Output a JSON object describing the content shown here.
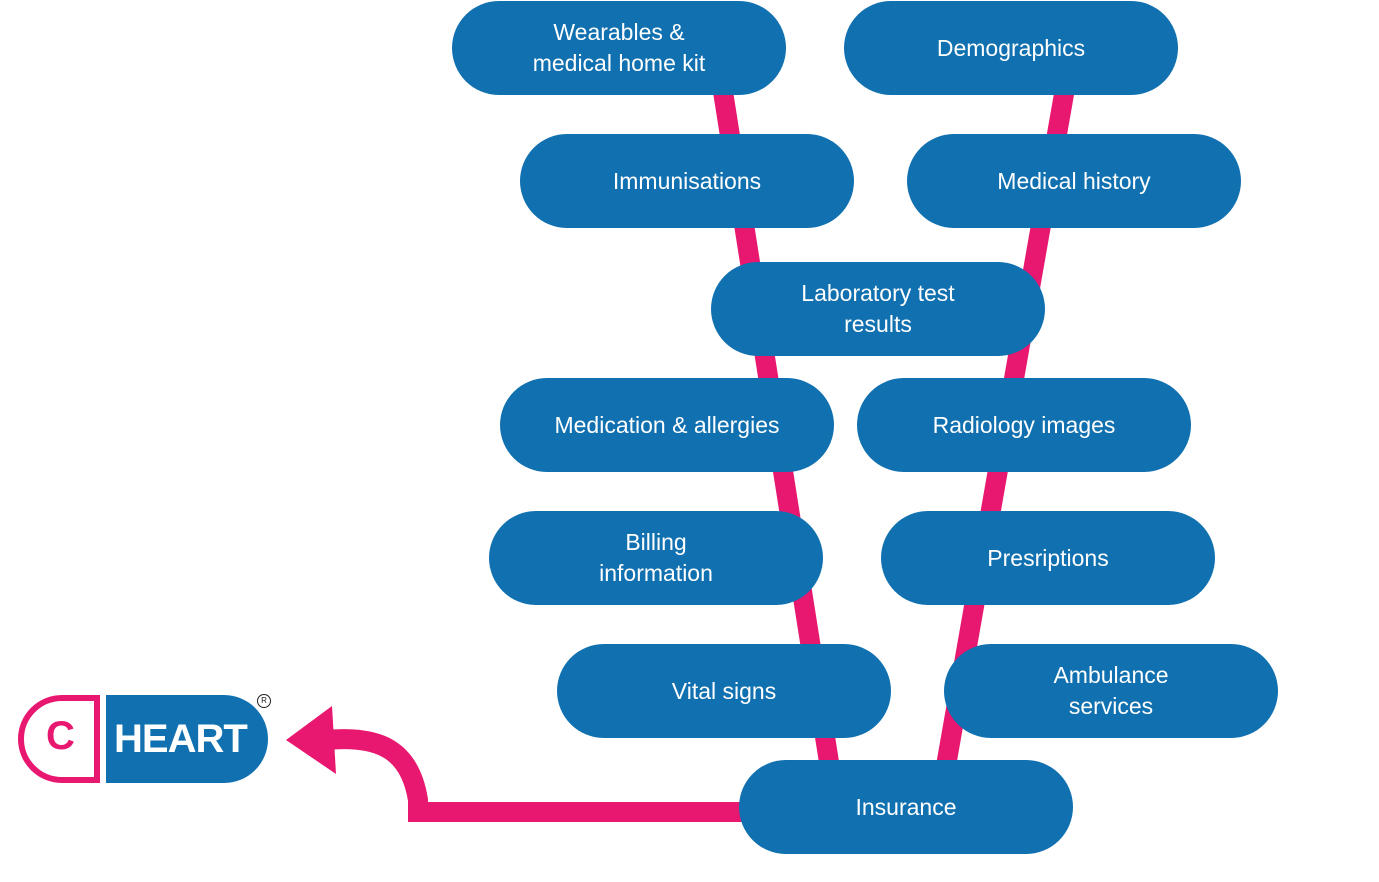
{
  "colors": {
    "node_fill": "#1070b0",
    "connector": "#e8176f",
    "text": "#ffffff"
  },
  "nodes": [
    {
      "id": "wearables",
      "label": "Wearables &\nmedical home kit"
    },
    {
      "id": "demographics",
      "label": "Demographics"
    },
    {
      "id": "immunisations",
      "label": "Immunisations"
    },
    {
      "id": "medical-history",
      "label": "Medical history"
    },
    {
      "id": "laboratory",
      "label": "Laboratory test\nresults"
    },
    {
      "id": "medication",
      "label": "Medication & allergies"
    },
    {
      "id": "radiology",
      "label": "Radiology images"
    },
    {
      "id": "billing",
      "label": "Billing\ninformation"
    },
    {
      "id": "prescriptions",
      "label": "Presriptions"
    },
    {
      "id": "vital-signs",
      "label": "Vital signs"
    },
    {
      "id": "ambulance",
      "label": "Ambulance\nservices"
    },
    {
      "id": "insurance",
      "label": "Insurance"
    }
  ],
  "logo": {
    "c_letter": "C",
    "heart_text": "HEART",
    "registered": "R"
  }
}
